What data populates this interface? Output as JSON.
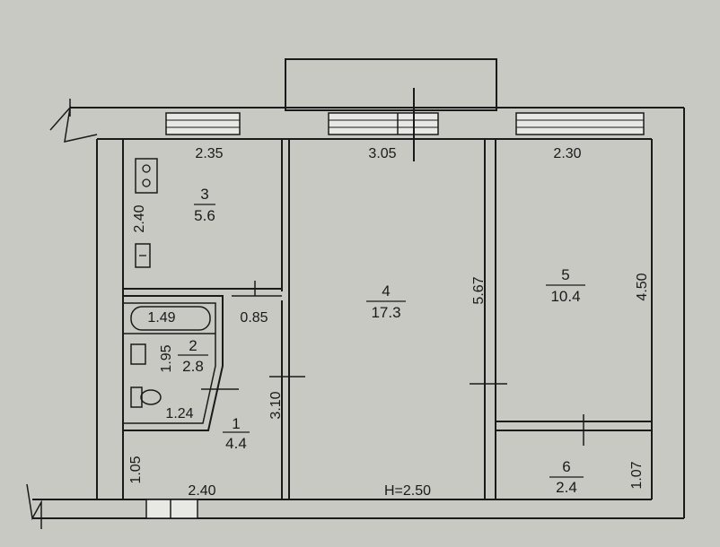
{
  "colors": {
    "paper": "#c9c9c4",
    "ink": "#1a1a1a",
    "window": "#e8e8e4"
  },
  "rooms": [
    {
      "id": "1",
      "number": "1",
      "area": "4.4"
    },
    {
      "id": "2",
      "number": "2",
      "area": "2.8"
    },
    {
      "id": "3",
      "number": "3",
      "area": "5.6"
    },
    {
      "id": "4",
      "number": "4",
      "area": "17.3"
    },
    {
      "id": "5",
      "number": "5",
      "area": "10.4"
    },
    {
      "id": "6",
      "number": "6",
      "area": "2.4"
    }
  ],
  "dimensions": {
    "room3_width": "2.35",
    "room3_depth": "2.40",
    "room4_width": "3.05",
    "room4_depth": "5.67",
    "room5_width": "2.30",
    "room5_depth": "4.50",
    "bath_width": "1.49",
    "bath_depth": "1.95",
    "wc_width": "1.24",
    "corridor_width": "0.85",
    "corridor_depth": "3.10",
    "hall_depth": "1.05",
    "hall_width": "2.40",
    "room6_depth": "1.07",
    "ceiling_height": "H=2.50"
  },
  "icons": [
    "stove-icon",
    "sink-icon",
    "bathtub-icon",
    "toilet-icon"
  ]
}
